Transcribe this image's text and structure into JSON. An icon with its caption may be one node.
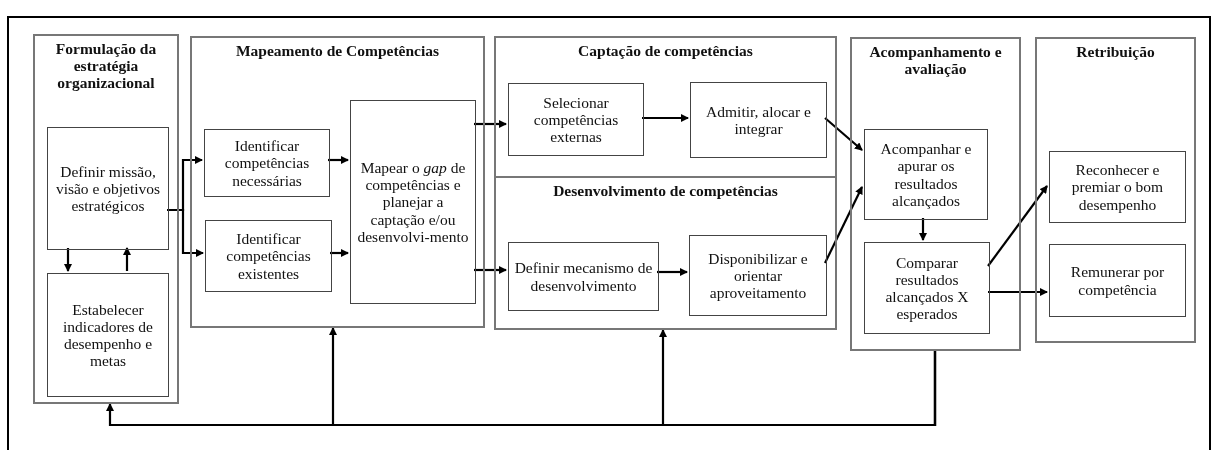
{
  "diagram": {
    "nodes": [
      {
        "text": [
          "Formulação da estratégia organizacional"
        ]
      },
      {
        "text": [
          "Definir missão, visão e objetivos estratégicos"
        ],
        "in": 0
      },
      {
        "text": [
          "Estabelecer indicadores de desempenho e metas"
        ],
        "in": 0
      },
      {
        "text": [
          "Mapeamento de Competências"
        ]
      },
      {
        "text": [
          "Identificar competências necessárias"
        ],
        "in": 3
      },
      {
        "text": [
          "Identificar competências existentes"
        ],
        "in": 3
      },
      {
        "text": [
          "Mapear o *gap* de competências e planejar a captação e/ou desenvolvi-mento"
        ],
        "in": 3
      },
      {
        "text": [
          "Captação de competências"
        ]
      },
      {
        "text": [
          "Selecionar competências externas"
        ],
        "in": 7
      },
      {
        "text": [
          "Admitir, alocar e integrar"
        ],
        "in": 7
      },
      {
        "text": [
          "Desenvolvimento de competências"
        ]
      },
      {
        "text": [
          "Definir mecanismo de desenvolvimento"
        ],
        "in": 10
      },
      {
        "text": [
          "Disponibilizar e orientar aproveitamento"
        ],
        "in": 10
      },
      {
        "text": [
          "Acompanhamento e avaliação"
        ]
      },
      {
        "text": [
          "Acompanhar e apurar os resultados alcançados"
        ],
        "in": 13
      },
      {
        "text": [
          "Comparar resultados alcançados X esperados"
        ],
        "in": 13
      },
      {
        "text": [
          "Retribuição"
        ]
      },
      {
        "text": [
          "Reconhecer e premiar o bom desempenho"
        ],
        "in": 16
      },
      {
        "text": [
          "Remunerar por competência"
        ],
        "in": 16
      }
    ],
    "edges": [
      {
        "from": 1,
        "to": 4,
        "arrow": "to"
      },
      {
        "from": 1,
        "to": 5,
        "arrow": "to"
      },
      {
        "from": 1,
        "to": 2,
        "arrow": "to"
      },
      {
        "from": 2,
        "to": 1,
        "arrow": "to"
      },
      {
        "from": 4,
        "to": 6,
        "arrow": "to"
      },
      {
        "from": 5,
        "to": 6,
        "arrow": "to"
      },
      {
        "from": 6,
        "to": 8,
        "arrow": "to"
      },
      {
        "from": 6,
        "to": 11,
        "arrow": "to"
      },
      {
        "from": 8,
        "to": 9,
        "arrow": "to"
      },
      {
        "from": 11,
        "to": 12,
        "arrow": "to"
      },
      {
        "from": 9,
        "to": 14,
        "arrow": "to"
      },
      {
        "from": 12,
        "to": 14,
        "arrow": "to"
      },
      {
        "from": 14,
        "to": 15,
        "arrow": "to"
      },
      {
        "from": 15,
        "to": 17,
        "arrow": "to"
      },
      {
        "from": 15,
        "to": 18,
        "arrow": "to"
      },
      {
        "from": 13,
        "to": 0,
        "arrow": "to"
      },
      {
        "from": 13,
        "to": 3,
        "arrow": "to"
      },
      {
        "from": 13,
        "to": 10,
        "arrow": "to"
      }
    ]
  }
}
